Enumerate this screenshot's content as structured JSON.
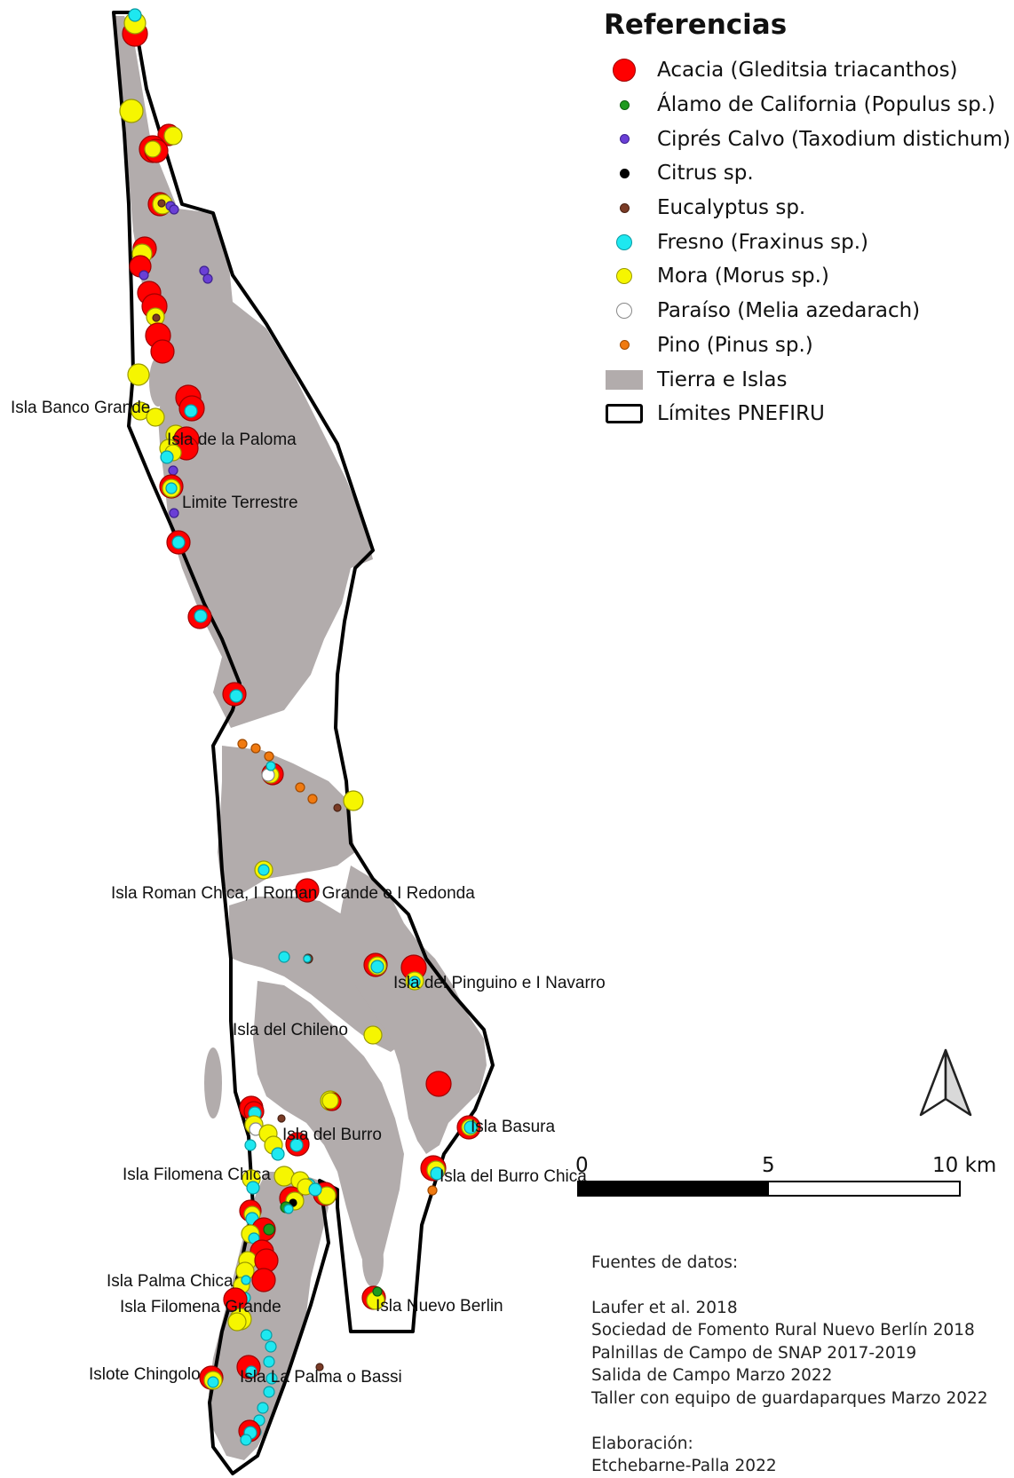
{
  "legend": {
    "title": "Referencias",
    "items": [
      {
        "label": "Acacia (Gleditsia triacanthos)",
        "symbol": "circle-large",
        "color": "#ff0000",
        "stroke": "#a00000"
      },
      {
        "label": "Álamo de California (Populus sp.)",
        "symbol": "circle-small",
        "color": "#1f9a1f",
        "stroke": "#0d5e0d"
      },
      {
        "label": "Ciprés Calvo (Taxodium distichum)",
        "symbol": "circle-small",
        "color": "#6a3fd6",
        "stroke": "#3e2290"
      },
      {
        "label": "Citrus sp.",
        "symbol": "circle-small",
        "color": "#000000",
        "stroke": "#000000"
      },
      {
        "label": "Eucalyptus sp.",
        "symbol": "circle-small",
        "color": "#7a3b26",
        "stroke": "#4a2214"
      },
      {
        "label": "Fresno (Fraxinus sp.)",
        "symbol": "circle-medium",
        "color": "#1ee8f0",
        "stroke": "#0a9aa2"
      },
      {
        "label": "Mora (Morus sp.)",
        "symbol": "circle-medium",
        "color": "#f6f600",
        "stroke": "#9a9a00"
      },
      {
        "label": "Paraíso (Melia azedarach)",
        "symbol": "circle-medium",
        "color": "#ffffff",
        "stroke": "#888888"
      },
      {
        "label": "Pino (Pinus sp.)",
        "symbol": "circle-small",
        "color": "#f07a10",
        "stroke": "#a04a00"
      },
      {
        "label": "Tierra e Islas",
        "symbol": "rect-fill",
        "color": "#b2acac",
        "stroke": "#b2acac"
      },
      {
        "label": "Límites PNEFIRU",
        "symbol": "rect-outline",
        "color": "#ffffff",
        "stroke": "#000000"
      }
    ]
  },
  "place_labels": [
    "Isla Banco Grande",
    "Isla de la Paloma",
    "Limite Terrestre",
    "Isla Roman Chica, I Roman Grande e I Redonda",
    "Isla del Pinguino e I Navarro",
    "Isla del Chileno",
    "Isla Basura",
    "Isla del Burro",
    "Isla Filomena Chica",
    "Isla del Burro Chica",
    "Isla Palma Chica",
    "Isla Filomena Grande",
    "Isla Nuevo Berlin",
    "Islote Chingolo",
    "Isla La Palma o Bassi"
  ],
  "scale": {
    "labels": [
      "0",
      "5",
      "10 km"
    ]
  },
  "sources": {
    "heading": "Fuentes de datos:",
    "lines": [
      "Laufer et al. 2018",
      "Sociedad de Fomento Rural Nuevo Berlín 2018",
      "Palnillas de Campo de SNAP 2017-2019",
      "Salida de Campo Marzo 2022",
      "Taller con equipo de guardaparques Marzo 2022"
    ],
    "credit_heading": "Elaboración:",
    "credit": "Etchebarne-Palla 2022"
  },
  "colors": {
    "land": "#b2acac",
    "water": "#ffffff",
    "boundary": "#000000"
  }
}
